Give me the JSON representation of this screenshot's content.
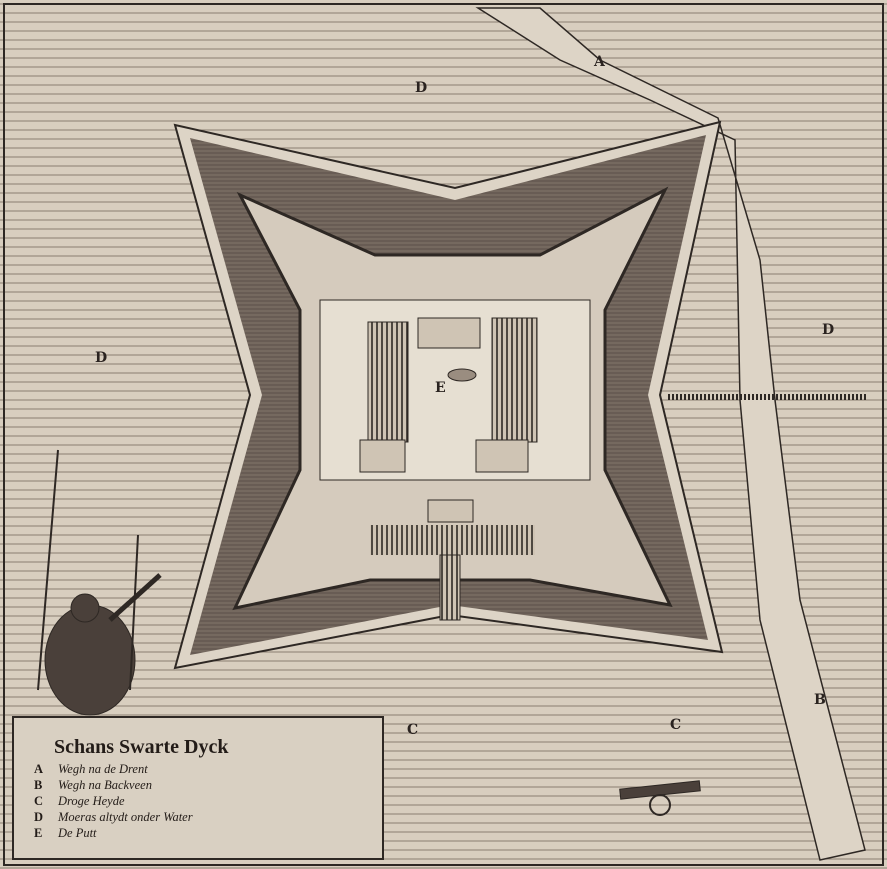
{
  "title": "Schans Swarte Dyck",
  "legend": [
    {
      "key": "A",
      "text": "Wegh na de Drent"
    },
    {
      "key": "B",
      "text": "Wegh na Backveen"
    },
    {
      "key": "C",
      "text": "Droge Heyde"
    },
    {
      "key": "D",
      "text": "Moeras altydt onder Water"
    },
    {
      "key": "E",
      "text": "De Putt"
    }
  ],
  "map_labels": {
    "a": "A",
    "b": "B",
    "c1": "C",
    "c2": "C",
    "d1": "D",
    "d2": "D",
    "d3": "D",
    "e": "E"
  },
  "colors": {
    "paper": "#d8cebf",
    "ink": "#2e2824",
    "moat": "#6e625a"
  }
}
